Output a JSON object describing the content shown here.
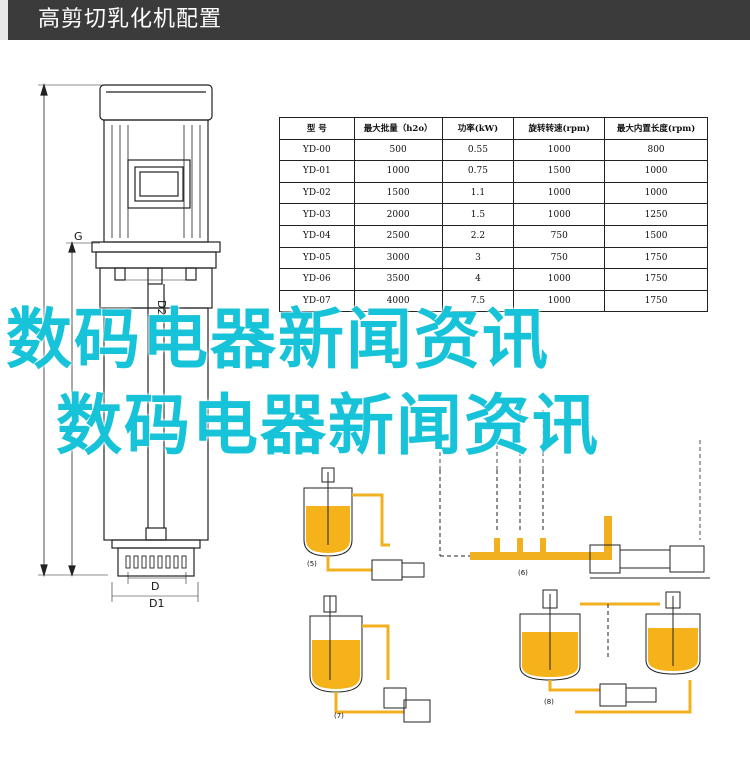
{
  "header": {
    "title": "高剪切乳化机配置"
  },
  "spec_table": {
    "headers": [
      "型 号",
      "最大批量（h2o）",
      "功率(kW)",
      "旋转转速(rpm)",
      "最大内置长度(rpm)"
    ],
    "rows": [
      [
        "YD-00",
        "500",
        "0.55",
        "1000",
        "800"
      ],
      [
        "YD-01",
        "1000",
        "0.75",
        "1500",
        "1000"
      ],
      [
        "YD-02",
        "1500",
        "1.1",
        "1000",
        "1000"
      ],
      [
        "YD-03",
        "2000",
        "1.5",
        "1000",
        "1250"
      ],
      [
        "YD-04",
        "2500",
        "2.2",
        "750",
        "1500"
      ],
      [
        "YD-05",
        "3000",
        "3",
        "750",
        "1750"
      ],
      [
        "YD-06",
        "3500",
        "4",
        "1000",
        "1750"
      ],
      [
        "YD-07",
        "4000",
        "7.5",
        "1000",
        "1750"
      ]
    ]
  },
  "drawing_labels": {
    "g": "G",
    "d2": "D2",
    "d": "D",
    "d1": "D1",
    "fig5": "(5)",
    "fig6": "(6)",
    "fig7": "(7)",
    "fig8": "(8)"
  },
  "watermark": {
    "line1": "数码电器新闻资讯",
    "line2": "数码电器新闻资讯"
  },
  "colors": {
    "header_bg": "#3b3b3b",
    "watermark": "#17c3d8",
    "liquid": "#f5b21b",
    "pipe": "#f0b020",
    "line": "#222222"
  }
}
